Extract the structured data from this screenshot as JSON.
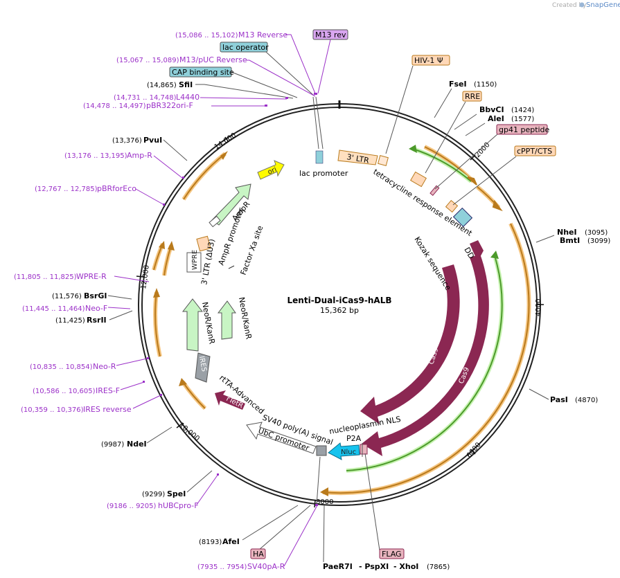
{
  "plasmid": {
    "name": "Lenti-Dual-iCas9-hALB",
    "size": "15,362 bp"
  },
  "branding": {
    "created_by": "Created by",
    "product": "SnapGene"
  },
  "ticks": [
    "2000",
    "4000",
    "6000",
    "8000",
    "10,000",
    "12,000",
    "14,000"
  ],
  "enzymes": [
    {
      "name": "FseI",
      "coord": "(1150)"
    },
    {
      "name": "BbvCI",
      "coord": "(1424)"
    },
    {
      "name": "AleI",
      "coord": "(1577)"
    },
    {
      "name": "NheI",
      "coord": "(3095)"
    },
    {
      "name": "BmtI",
      "coord": "(3099)"
    },
    {
      "name": "PasI",
      "coord": "(4870)"
    },
    {
      "name": "PaeR7I",
      "coord": ""
    },
    {
      "name": "- PspXI",
      "coord": ""
    },
    {
      "name": "- XhoI",
      "coord": "(7865)"
    },
    {
      "name": "AfeI",
      "coord": "(8193)"
    },
    {
      "name": "SpeI",
      "coord": "(9299)"
    },
    {
      "name": "NdeI",
      "coord": "(9987)"
    },
    {
      "name": "RsrII",
      "coord": "(11,425)"
    },
    {
      "name": "BsrGI",
      "coord": "(11,576)"
    },
    {
      "name": "PvuI",
      "coord": "(13,376)"
    },
    {
      "name": "SfiI",
      "coord": "(14,865)"
    }
  ],
  "primers": [
    {
      "name": "M13 Reverse",
      "coord": "(15,086 .. 15,102)"
    },
    {
      "name": "M13/pUC Reverse",
      "coord": "(15,067 .. 15,089)"
    },
    {
      "name": "L4440",
      "coord": "(14,731 .. 14,748)"
    },
    {
      "name": "pBR322ori-F",
      "coord": "(14,478 .. 14,497)"
    },
    {
      "name": "Amp-R",
      "coord": "(13,176 .. 13,195)"
    },
    {
      "name": "pBRforEco",
      "coord": "(12,767 .. 12,785)"
    },
    {
      "name": "WPRE-R",
      "coord": "(11,805 .. 11,825)"
    },
    {
      "name": "Neo-F",
      "coord": "(11,445 .. 11,464)"
    },
    {
      "name": "Neo-R",
      "coord": "(10,835 .. 10,854)"
    },
    {
      "name": "IRES-F",
      "coord": "(10,586 .. 10,605)"
    },
    {
      "name": "IRES reverse",
      "coord": "(10,359 .. 10,376)"
    },
    {
      "name": "hUBCpro-F",
      "coord": "(9186 .. 9205)"
    },
    {
      "name": "SV40pA-R",
      "coord": "(7935 .. 7954)"
    }
  ],
  "boxed_features": [
    {
      "name": "M13 rev",
      "color": "#d9a6f0"
    },
    {
      "name": "lac operator",
      "color": "#8fd0da"
    },
    {
      "name": "CAP binding site",
      "color": "#8fd0da"
    },
    {
      "name": "HIV-1 Ψ",
      "color": "#ffd8b8"
    },
    {
      "name": "RRE",
      "color": "#ffd8b8"
    },
    {
      "name": "gp41 peptide",
      "color": "#e8b4be"
    },
    {
      "name": "cPPT/CTS",
      "color": "#ffd8b8"
    },
    {
      "name": "HA",
      "color": "#e8b4be"
    },
    {
      "name": "FLAG",
      "color": "#e8b4be"
    }
  ],
  "features": {
    "ori": "ori",
    "lac_promoter": "lac promoter",
    "ltr3_top": "3' LTR",
    "tre": "tetracycline response element",
    "kozak": "Kozak sequence",
    "dd": "DD",
    "cas9_inner": "Cas9",
    "cas9_outer": "Cas9",
    "np_nls": "nucleoplasmin NLS",
    "p2a": "P2A",
    "nluc": "Nluc",
    "sv40pa": "SV40 poly(A) signal",
    "ubc": "UbC promoter",
    "rtetr": "rTetR",
    "rtta": "rtTA-Advanced",
    "ires": "IRES",
    "neokan_outer": "NeoR/KanR",
    "neokan_inner": "NeoR/KanR",
    "wpre": "WPRE",
    "ltr3_du3": "3' LTR (ΔU3)",
    "factor_xa": "Factor Xa site",
    "ampr": "AmpR",
    "ampr_promoter": "AmpR promoter"
  },
  "colors": {
    "primer": "#9b30c8",
    "cas9": "#8b2752",
    "amp_green": "#c8f5c4",
    "ires_gray": "#9aa0a6",
    "ori_yellow": "#fffb00",
    "nluc_cyan": "#16c3ee",
    "orf_orange": "#b97a1c",
    "orf_green": "#4c9a2a"
  }
}
